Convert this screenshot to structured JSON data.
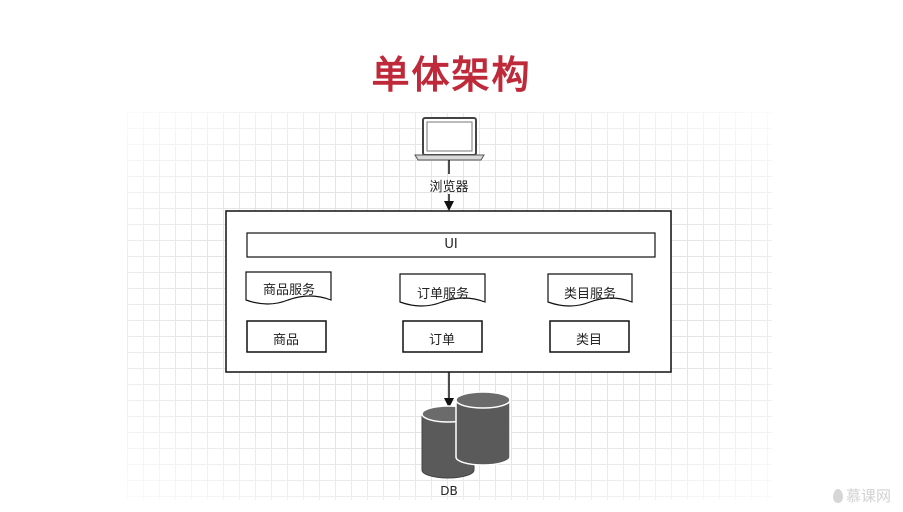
{
  "title": "单体架构",
  "browser": {
    "label": "浏览器",
    "icon": "laptop-icon"
  },
  "ui_bar": {
    "label": "UI"
  },
  "services": [
    {
      "service_label": "商品服务",
      "module_label": "商品"
    },
    {
      "service_label": "订单服务",
      "module_label": "订单"
    },
    {
      "service_label": "类目服务",
      "module_label": "类目"
    }
  ],
  "database": {
    "label": "DB",
    "icon": "database-icon"
  },
  "watermark": {
    "text": "慕课网"
  },
  "colors": {
    "title": "#bf2a3a",
    "stroke": "#111111",
    "db_fill": "#5a5a5a",
    "db_top": "#6b6b6b"
  }
}
